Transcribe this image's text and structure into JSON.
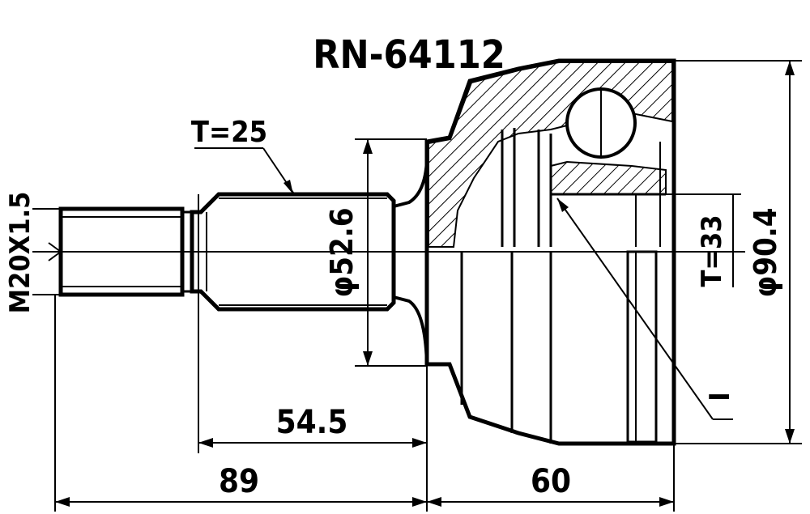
{
  "part_number": "RN-64112",
  "labels": {
    "thread": "M20X1.5",
    "spline_teeth_outer": "T=25",
    "shaft_diameter": "φ52.6",
    "length_shaft": "54.5",
    "length_total": "89",
    "length_bell": "60",
    "spline_teeth_inner": "T=33",
    "outer_diameter": "φ90.4",
    "callout": "I"
  }
}
